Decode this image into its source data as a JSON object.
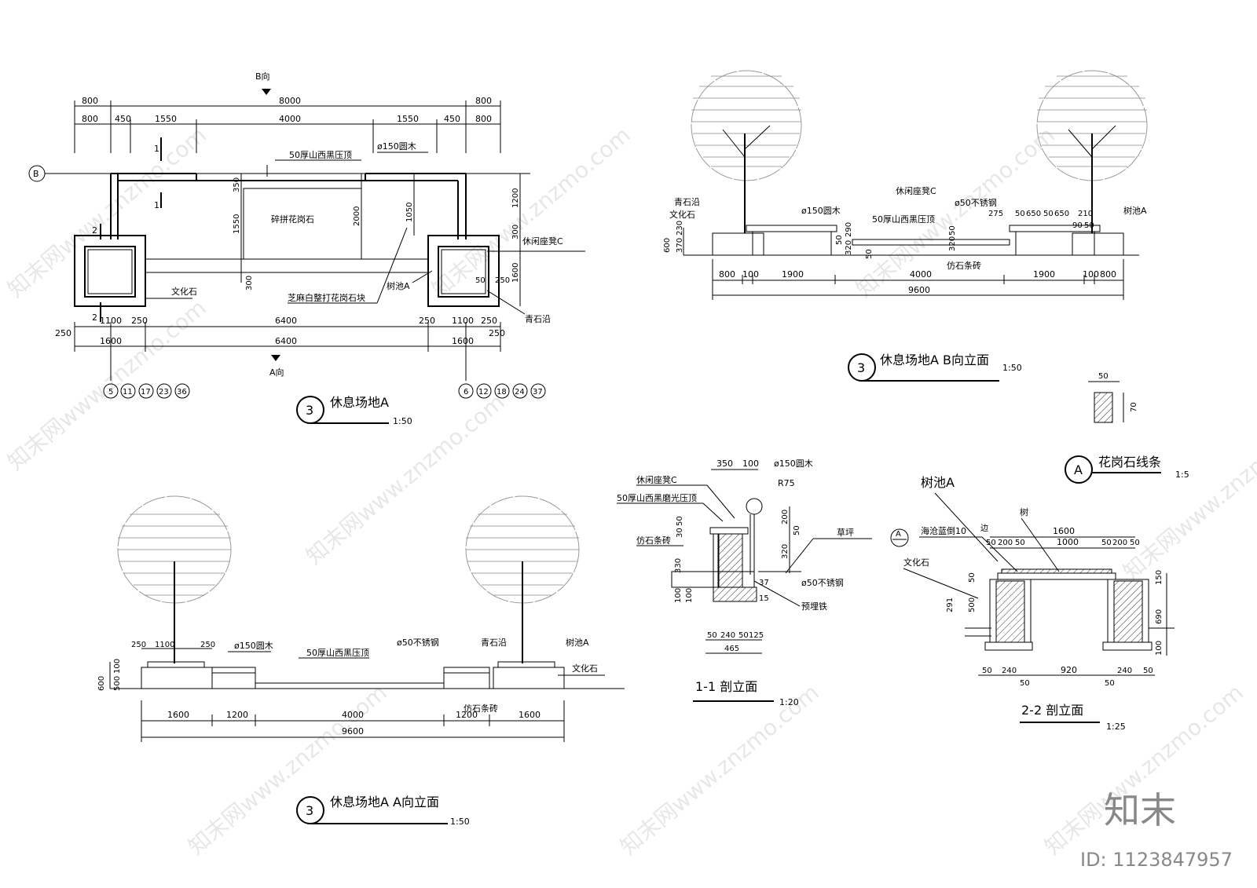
{
  "plan": {
    "title": "休息场地A",
    "number": "3",
    "scale": "1:50",
    "direction_b": "B向",
    "direction_a": "A向",
    "grid_b": "B",
    "dims_top_1": [
      "800",
      "8000",
      "800"
    ],
    "dims_top_2": [
      "800",
      "450",
      "1550",
      "4000",
      "1550",
      "450",
      "800"
    ],
    "dims_bottom_1": [
      "250",
      "1100",
      "250",
      "6400",
      "250",
      "1100",
      "250"
    ],
    "dims_bottom_2": [
      "250",
      "1600",
      "6400",
      "1600",
      "250"
    ],
    "dims_inner": [
      "350",
      "1550",
      "300",
      "2000",
      "1050",
      "1200",
      "300",
      "1600",
      "50",
      "250"
    ],
    "labels": [
      "50厚山西黑压顶",
      "ø150圆木",
      "碎拼花岗石",
      "休闲座凳C",
      "文化石",
      "芝麻白整打花岗石块",
      "树池A",
      "青石沿"
    ],
    "sections": [
      "1",
      "1",
      "2",
      "2"
    ],
    "refs_left": [
      "5",
      "11",
      "17",
      "23",
      "36"
    ],
    "refs_right": [
      "6",
      "12",
      "18",
      "24",
      "37"
    ]
  },
  "elev_ab": {
    "title": "休息场地A B向立面",
    "number": "3",
    "scale": "1:50",
    "labels": [
      "青石沿",
      "文化石",
      "ø150圆木",
      "休闲座凳C",
      "ø50不锈钢",
      "50厚山西黑压顶",
      "树池A",
      "仿石条砖"
    ],
    "dims_left": [
      "600",
      "230",
      "370"
    ],
    "dims_mid": [
      "290",
      "50",
      "320",
      "320",
      "50",
      "50"
    ],
    "dims_right": [
      "275",
      "50",
      "650",
      "50",
      "650",
      "210",
      "90",
      "50"
    ],
    "dims_bottom_1": [
      "800",
      "100",
      "1900",
      "4000",
      "1900",
      "100",
      "800"
    ],
    "dims_bottom_2": [
      "9600"
    ]
  },
  "elev_aa": {
    "title": "休息场地A A向立面",
    "number": "3",
    "scale": "1:50",
    "labels": [
      "ø150圆木",
      "50厚山西黑压顶",
      "ø50不锈钢",
      "青石沿",
      "树池A",
      "文化石",
      "仿石条砖"
    ],
    "dims_top": [
      "250",
      "1100",
      "250"
    ],
    "dims_left": [
      "600",
      "100",
      "500"
    ],
    "dims_bottom_1": [
      "1600",
      "1200",
      "4000",
      "1200",
      "1600"
    ],
    "dims_bottom_2": [
      "9600"
    ]
  },
  "detail_a": {
    "title": "花岗石线条",
    "marker": "A",
    "scale": "1:5",
    "dim_w": "50",
    "dim_h": "70"
  },
  "section_11": {
    "title": "1-1 剖立面",
    "scale": "1:20",
    "labels": [
      "休闲座凳C",
      "50厚山西黑磨光压顶",
      "仿石条砖",
      "ø150圆木",
      "R75",
      "草坪",
      "ø50不锈钢",
      "预埋铁"
    ],
    "dims_top": [
      "350",
      "100"
    ],
    "dims_left": [
      "30",
      "50",
      "330",
      "100",
      "100"
    ],
    "dims_right": [
      "200",
      "50",
      "320",
      "37",
      "15"
    ],
    "dims_bottom_1": [
      "50",
      "240",
      "50",
      "125"
    ],
    "dims_bottom_2": [
      "465"
    ]
  },
  "section_22": {
    "title": "2-2 剖立面",
    "scale": "1:25",
    "header": "树池A",
    "marker": "A",
    "labels": [
      "树",
      "海沧蓝倒10",
      "边",
      "文化石"
    ],
    "dims_top_1": [
      "1600"
    ],
    "dims_top_2": [
      "50",
      "200",
      "50",
      "1000",
      "50",
      "200",
      "50"
    ],
    "dims_left": [
      "50",
      "500",
      "291"
    ],
    "dims_right": [
      "150",
      "690",
      "100"
    ],
    "dims_bottom_1": [
      "50",
      "240",
      "920",
      "240",
      "50"
    ],
    "dims_bottom_2": [
      "50",
      "50"
    ]
  },
  "watermark": {
    "text": "知末网www.znzmo.com",
    "brand": "知末",
    "id": "ID: 1123847957"
  }
}
